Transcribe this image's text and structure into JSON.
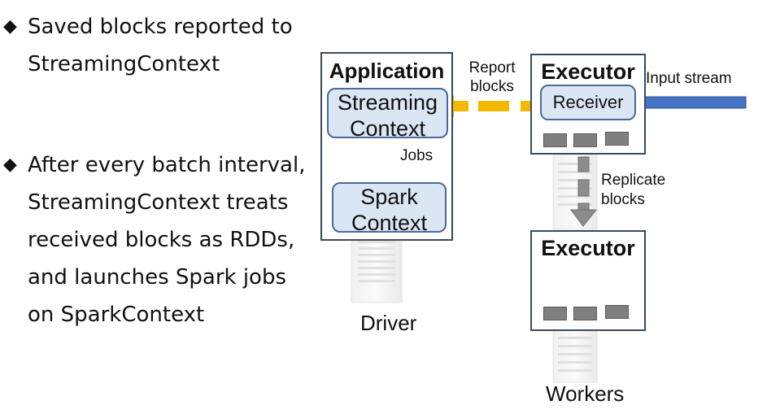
{
  "bullets": [
    {
      "lines": [
        "Saved blocks reported to",
        "StreamingContext"
      ]
    },
    {
      "lines": [
        "After every batch interval,",
        "StreamingContext treats",
        "received blocks as RDDs,",
        "and launches Spark jobs",
        "on SparkContext"
      ]
    }
  ],
  "bullet_marker": "◆",
  "driver": {
    "box_title": "Application",
    "streaming_context": [
      "Streaming",
      "Context"
    ],
    "spark_context": [
      "Spark",
      "Context"
    ],
    "jobs_label": "Jobs",
    "caption": "Driver"
  },
  "executor_top": {
    "title": "Executor",
    "receiver": "Receiver",
    "input_label": "Input stream",
    "report_label": [
      "Report",
      "blocks"
    ]
  },
  "executor_bottom": {
    "title": "Executor",
    "replicate_label": [
      "Replicate",
      "blocks"
    ],
    "caption": "Workers"
  },
  "colors": {
    "box_border": "#3b4a5a",
    "inner_fill": "#dbe6f5",
    "inner_border": "#4a6a9a",
    "report_arrow": "#f5b800",
    "input_arrow": "#4472c4",
    "jobs_arrow": "#ed7d31",
    "replicate_arrow": "#8c8c8c",
    "block_fill": "#7f7f7f"
  }
}
